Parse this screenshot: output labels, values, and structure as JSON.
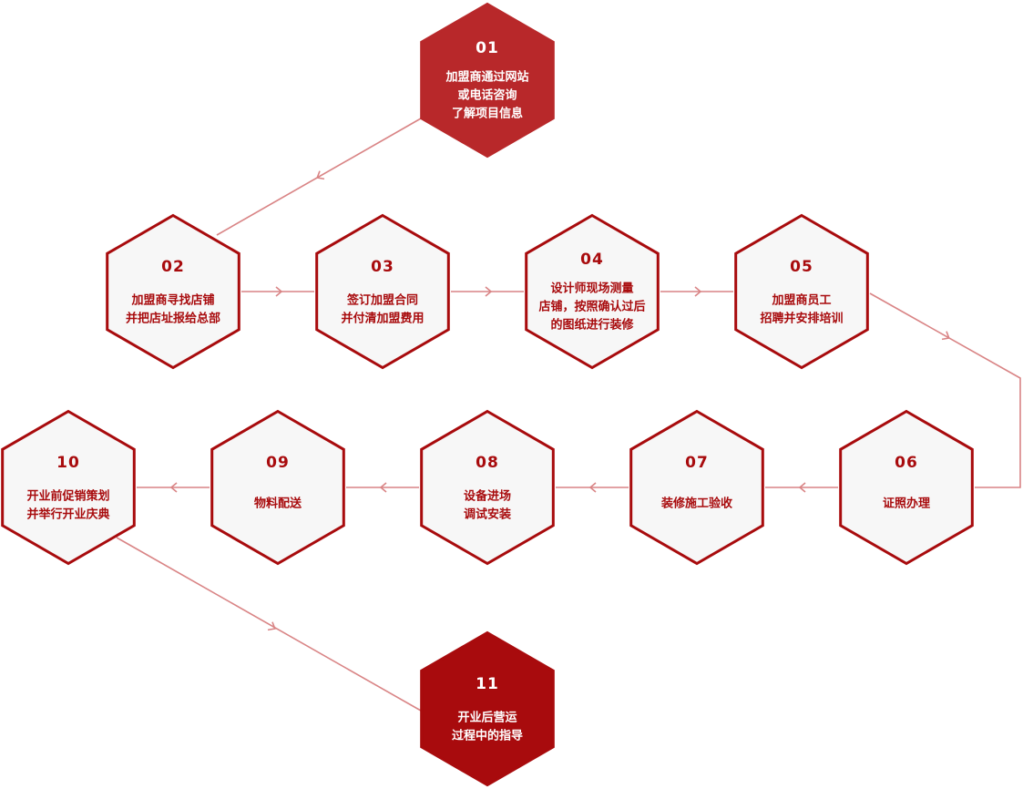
{
  "colors": {
    "primary": "#b8282a",
    "primary_dark": "#a80b0d",
    "hex_fill": "#f7f7f7",
    "connector": "#d98485",
    "white": "#ffffff"
  },
  "steps": [
    {
      "id": "01",
      "lines": [
        "加盟商通过网站",
        "或电话咨询",
        "了解项目信息"
      ],
      "style": "filled"
    },
    {
      "id": "02",
      "lines": [
        "加盟商寻找店铺",
        "并把店址报给总部"
      ],
      "style": "outline"
    },
    {
      "id": "03",
      "lines": [
        "签订加盟合同",
        "并付清加盟费用"
      ],
      "style": "outline"
    },
    {
      "id": "04",
      "lines": [
        "设计师现场测量",
        "店铺，按照确认过后",
        "的图纸进行装修"
      ],
      "style": "outline"
    },
    {
      "id": "05",
      "lines": [
        "加盟商员工",
        "招聘并安排培训"
      ],
      "style": "outline"
    },
    {
      "id": "06",
      "lines": [
        "证照办理"
      ],
      "style": "outline"
    },
    {
      "id": "07",
      "lines": [
        "装修施工验收"
      ],
      "style": "outline"
    },
    {
      "id": "08",
      "lines": [
        "设备进场",
        "调试安装"
      ],
      "style": "outline"
    },
    {
      "id": "09",
      "lines": [
        "物料配送"
      ],
      "style": "outline"
    },
    {
      "id": "10",
      "lines": [
        "开业前促销策划",
        "并举行开业庆典"
      ],
      "style": "outline"
    },
    {
      "id": "11",
      "lines": [
        "开业后营运",
        "过程中的指导"
      ],
      "style": "filled-dark"
    }
  ]
}
